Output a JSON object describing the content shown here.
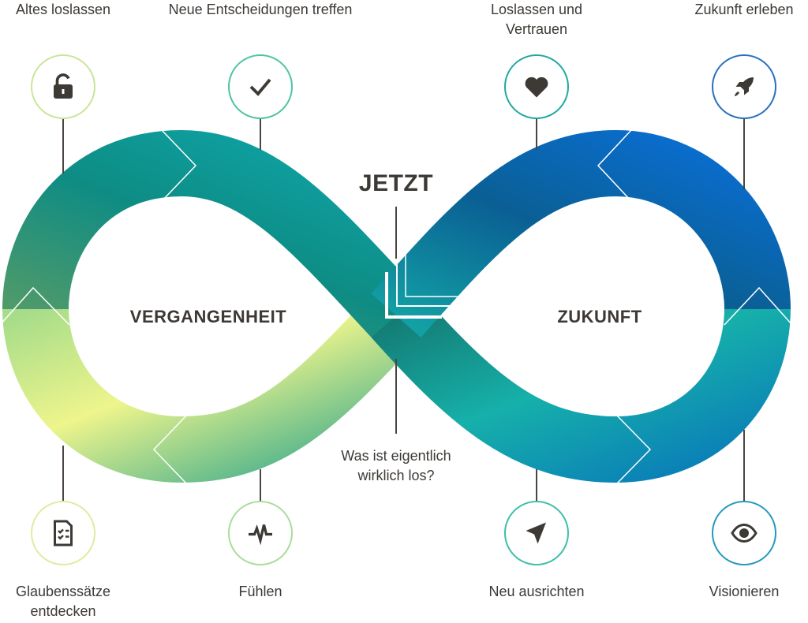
{
  "center": {
    "title": "JETZT",
    "question": "Was ist eigentlich wirklich los?"
  },
  "left_loop": {
    "title": "VERGANGENHEIT"
  },
  "right_loop": {
    "title": "ZUKUNFT"
  },
  "steps": [
    {
      "label": "Altes loslassen",
      "icon": "unlock-icon",
      "color": "#c9e59a"
    },
    {
      "label": "Neue Entscheidungen treffen",
      "icon": "check-icon",
      "color": "#4cc4a4"
    },
    {
      "label": "Loslassen und Vertrauen",
      "icon": "heart-icon",
      "color": "#1fa8a4"
    },
    {
      "label": "Zukunft erleben",
      "icon": "rocket-icon",
      "color": "#2a6fc0"
    },
    {
      "label": "Glaubenssätze entdecken",
      "icon": "checklist-document-icon",
      "color": "#dcedA0"
    },
    {
      "label": "Fühlen",
      "icon": "pulse-icon",
      "color": "#a9dc9c"
    },
    {
      "label": "Neu ausrichten",
      "icon": "navigation-arrow-icon",
      "color": "#3dbfa6"
    },
    {
      "label": "Visionieren",
      "icon": "eye-icon",
      "color": "#2599bc"
    }
  ]
}
